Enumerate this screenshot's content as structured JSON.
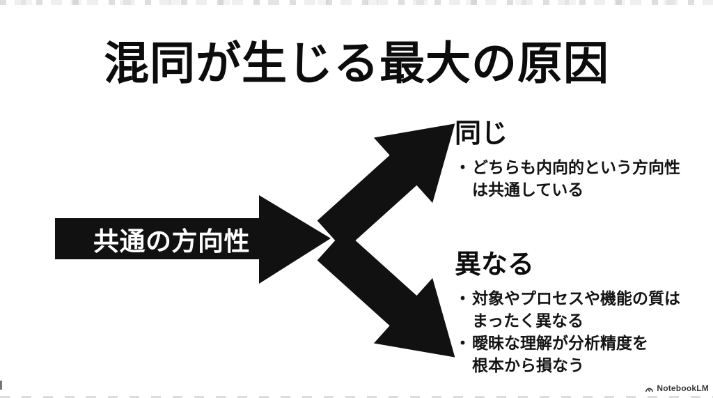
{
  "slide": {
    "title": "混同が生じる最大の原因",
    "bullet_marker": "・",
    "source_label": {
      "text": "共通の方向性"
    },
    "branch_same": {
      "heading": "同じ",
      "bullets": [
        {
          "line1": "どちらも内向的という方向性",
          "line2": "は共通している"
        }
      ]
    },
    "branch_different": {
      "heading": "異なる",
      "bullets": [
        {
          "line1": "対象やプロセスや機能の質は",
          "line2": "まったく異なる"
        },
        {
          "line1": "曖昧な理解が分析精度を",
          "line2": "根本から損なう"
        }
      ]
    },
    "footer": {
      "brand": "NotebookLM"
    },
    "colors": {
      "background": "#ffffff",
      "ink": "#111111",
      "label_text": "#ffffff",
      "footer_text": "#383838"
    }
  }
}
